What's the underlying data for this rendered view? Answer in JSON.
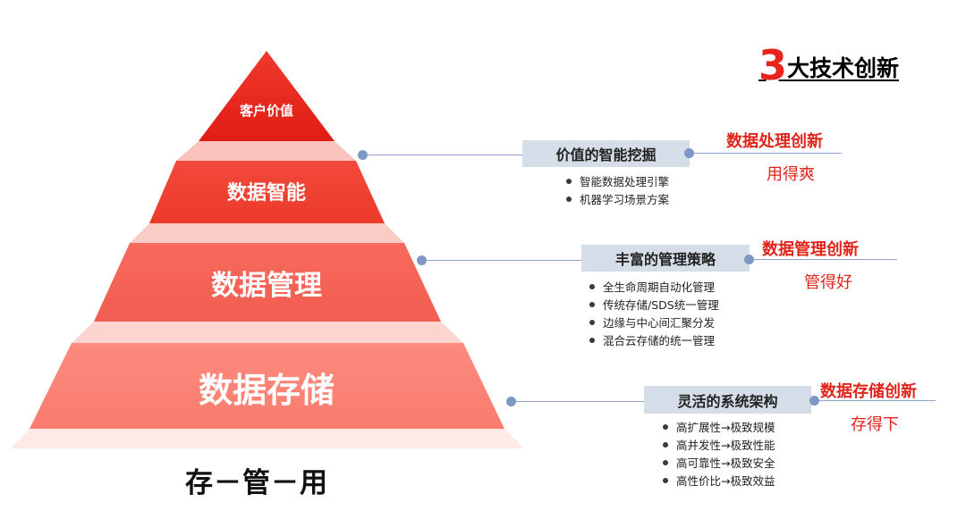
{
  "headline": {
    "number": "3",
    "text": "大技术创新"
  },
  "pyramid": {
    "tiers": [
      {
        "label": "客户价值"
      },
      {
        "label": "数据智能"
      },
      {
        "label": "数据管理"
      },
      {
        "label": "数据存储"
      }
    ],
    "bottom_label": "存－管－用",
    "colors": [
      "#e8231c",
      "#ef4637",
      "#f56558",
      "#fb8073"
    ]
  },
  "callouts": [
    {
      "box": "价值的智能挖掘",
      "innovation": "数据处理创新",
      "slogan": "用得爽",
      "bullets": [
        "智能数据处理引擎",
        "机器学习场景方案"
      ]
    },
    {
      "box": "丰富的管理策略",
      "innovation": "数据管理创新",
      "slogan": "管得好",
      "bullets": [
        "全生命周期自动化管理",
        "传统存储/SDS统一管理",
        "边缘与中心间汇聚分发",
        "混合云存储的统一管理"
      ]
    },
    {
      "box": "灵活的系统架构",
      "innovation": "数据存储创新",
      "slogan": "存得下",
      "bullets": [
        "高扩展性→极致规模",
        "高并发性→极致性能",
        "高可靠性→极致安全",
        "高性价比→极致效益"
      ]
    }
  ],
  "colors": {
    "accent_red": "#e0241b",
    "box_bg": "#d5dde8",
    "connector": "#8fa3c8",
    "dot": "#7f97c4"
  }
}
